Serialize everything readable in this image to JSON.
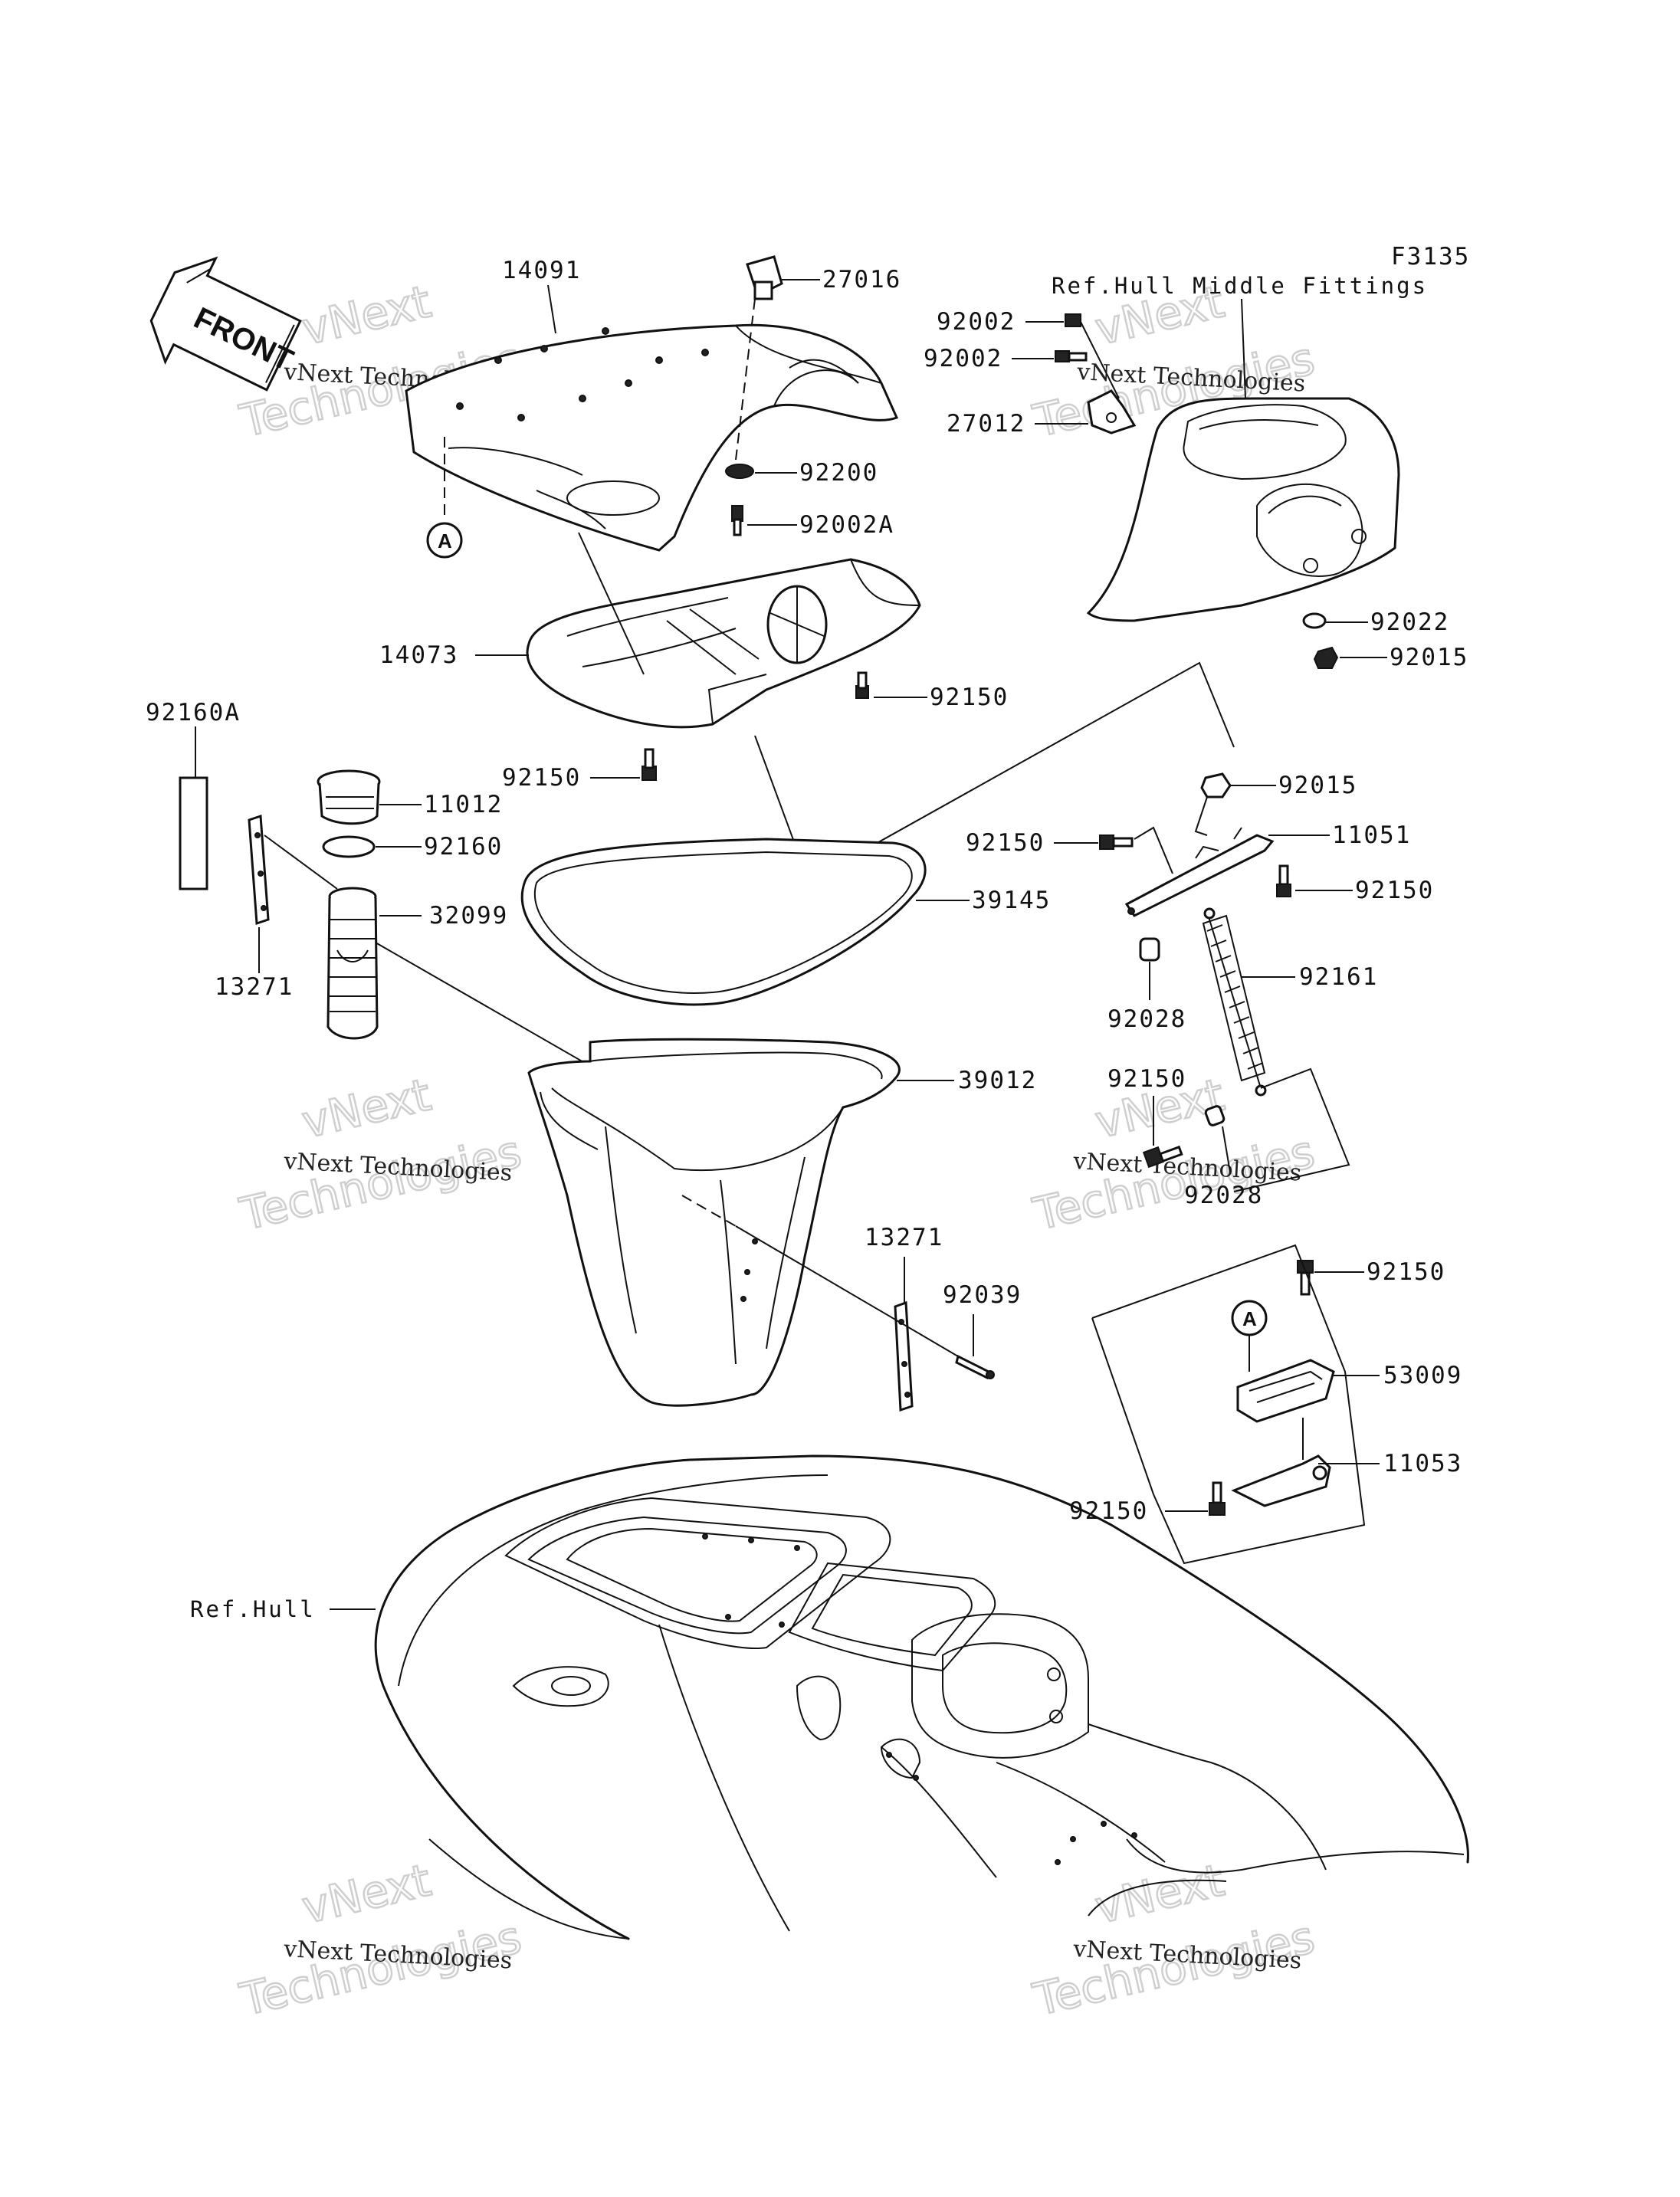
{
  "diagram": {
    "figure_code": "F3135",
    "front_label": "FRONT",
    "ref_hull_middle": "Ref.Hull Middle Fittings",
    "ref_hull": "Ref.Hull",
    "marker_a": "A",
    "watermark_line1": "vNext Technologies",
    "watermark_line2": "vNext",
    "watermark_line3": "Technologies",
    "parts": {
      "p14091": "14091",
      "p27016": "27016",
      "p92200": "92200",
      "p92002a": "92002A",
      "p14073": "14073",
      "p92150_top": "92150",
      "p92150_left": "92150",
      "p92160a": "92160A",
      "p11012": "11012",
      "p92160": "92160",
      "p32099": "32099",
      "p13271_left": "13271",
      "p39145": "39145",
      "p39012": "39012",
      "p13271_right": "13271",
      "p92039": "92039",
      "p92002_a": "92002",
      "p92002_b": "92002",
      "p27012": "27012",
      "p92022": "92022",
      "p92015_a": "92015",
      "p92015_b": "92015",
      "p11051": "11051",
      "p92150_r1": "92150",
      "p92150_r2": "92150",
      "p92028_a": "92028",
      "p92161": "92161",
      "p92150_r3": "92150",
      "p92028_b": "92028",
      "p92150_r4": "92150",
      "p53009": "53009",
      "p11053": "11053",
      "p92150_r5": "92150"
    }
  }
}
